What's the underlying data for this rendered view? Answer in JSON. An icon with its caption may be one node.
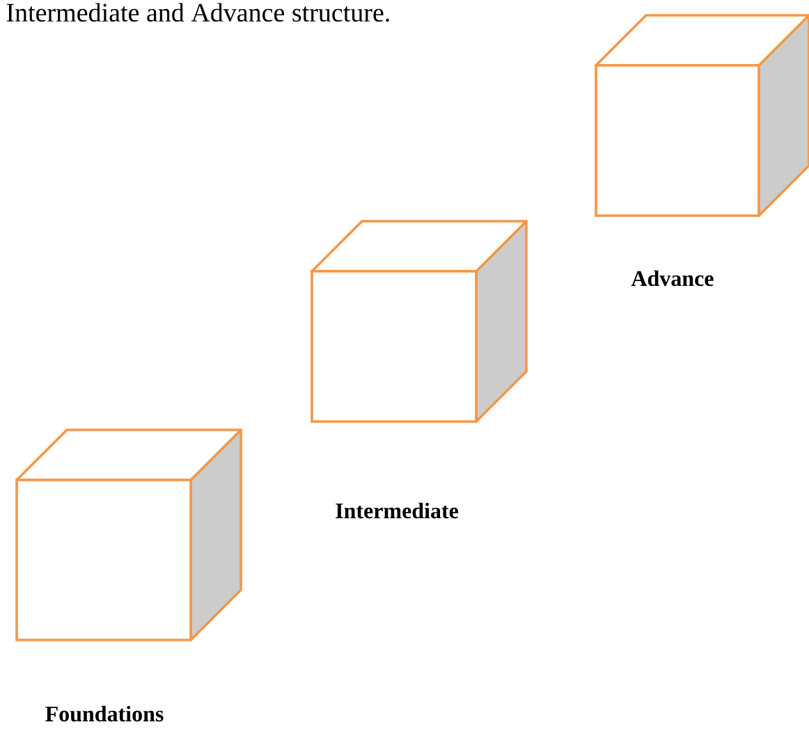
{
  "diagram": {
    "nodes": [
      {
        "text": [
          "Foundations"
        ]
      },
      {
        "text": [
          "Intermediate"
        ]
      },
      {
        "text": [
          "Advance"
        ]
      }
    ],
    "labels": [
      "Intermediate and Advance structure."
    ]
  }
}
